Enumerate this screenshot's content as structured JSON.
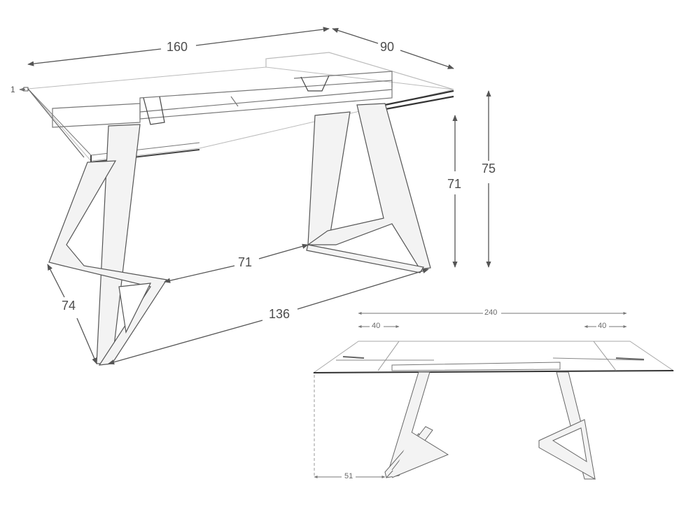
{
  "diagram": {
    "type": "technical dimension drawing",
    "subject": "extendable glass-top dining table with angular wooden legs",
    "units": "cm"
  },
  "main_view": {
    "dimensions": {
      "length": "160",
      "depth": "90",
      "height_total": "75",
      "height_under_frame": "71",
      "leg_inner_span": "71",
      "leg_outer_span": "136",
      "leg_foot_depth": "74",
      "top_thickness": "1"
    }
  },
  "extended_view": {
    "dimensions": {
      "extended_length": "240",
      "extension_left": "40",
      "extension_right": "40",
      "overhang": "51"
    }
  },
  "colors": {
    "line": "#555555",
    "dimension_line": "#666666",
    "wood_shade": "#e6e6e6",
    "background": "#ffffff"
  }
}
